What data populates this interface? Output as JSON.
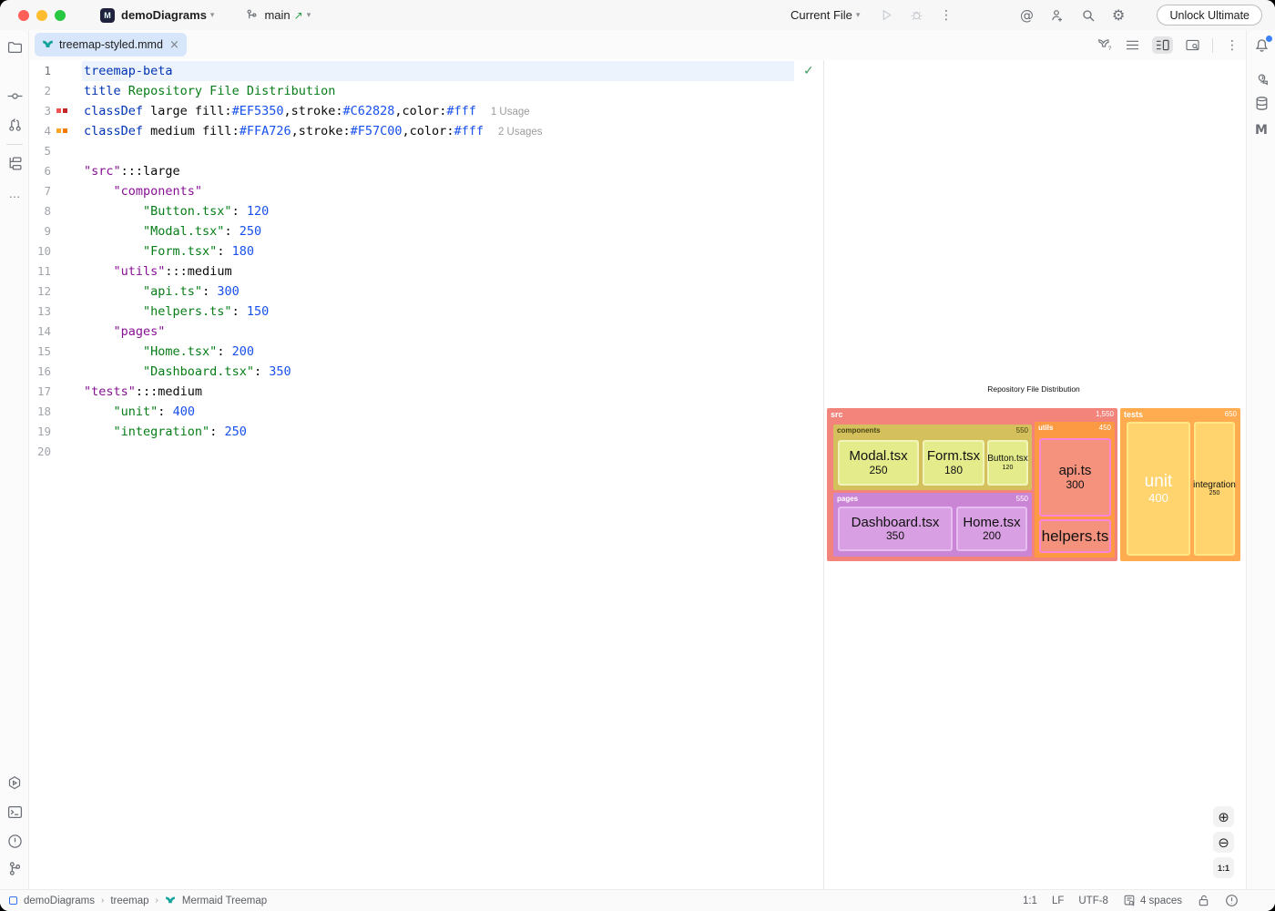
{
  "titlebar": {
    "project": "demoDiagrams",
    "branch": "main",
    "run_config": "Current File",
    "unlock_label": "Unlock Ultimate",
    "project_icon_letter": "M"
  },
  "tabbar": {
    "active_tab": "treemap-styled.mmd",
    "close_glyph": "×"
  },
  "editor": {
    "lines": [
      {
        "n": "1",
        "current": true,
        "segs": [
          {
            "c": "kw",
            "t": "treemap-beta"
          }
        ]
      },
      {
        "n": "2",
        "segs": [
          {
            "c": "kw",
            "t": "title"
          },
          {
            "c": "plain",
            "t": " "
          },
          {
            "c": "str",
            "t": "Repository File Distribution"
          }
        ]
      },
      {
        "n": "3",
        "swatches": [
          "#EF5350",
          "#C62828"
        ],
        "hint": "1 Usage",
        "segs": [
          {
            "c": "kw",
            "t": "classDef"
          },
          {
            "c": "plain",
            "t": " large fill:"
          },
          {
            "c": "num2",
            "t": "#EF5350"
          },
          {
            "c": "plain",
            "t": ",stroke:"
          },
          {
            "c": "num2",
            "t": "#C62828"
          },
          {
            "c": "plain",
            "t": ",color:"
          },
          {
            "c": "num2",
            "t": "#fff"
          }
        ]
      },
      {
        "n": "4",
        "swatches": [
          "#FFA726",
          "#F57C00"
        ],
        "hint": "2 Usages",
        "segs": [
          {
            "c": "kw",
            "t": "classDef"
          },
          {
            "c": "plain",
            "t": " medium fill:"
          },
          {
            "c": "num2",
            "t": "#FFA726"
          },
          {
            "c": "plain",
            "t": ",stroke:"
          },
          {
            "c": "num2",
            "t": "#F57C00"
          },
          {
            "c": "plain",
            "t": ",color:"
          },
          {
            "c": "num2",
            "t": "#fff"
          }
        ]
      },
      {
        "n": "5",
        "segs": []
      },
      {
        "n": "6",
        "segs": [
          {
            "c": "node",
            "t": "\"src\""
          },
          {
            "c": "plain",
            "t": ":::large"
          }
        ]
      },
      {
        "n": "7",
        "segs": [
          {
            "c": "plain",
            "t": "    "
          },
          {
            "c": "node",
            "t": "\"components\""
          }
        ]
      },
      {
        "n": "8",
        "segs": [
          {
            "c": "plain",
            "t": "        "
          },
          {
            "c": "str",
            "t": "\"Button.tsx\""
          },
          {
            "c": "plain",
            "t": ": "
          },
          {
            "c": "num2",
            "t": "120"
          }
        ]
      },
      {
        "n": "9",
        "segs": [
          {
            "c": "plain",
            "t": "        "
          },
          {
            "c": "str",
            "t": "\"Modal.tsx\""
          },
          {
            "c": "plain",
            "t": ": "
          },
          {
            "c": "num2",
            "t": "250"
          }
        ]
      },
      {
        "n": "10",
        "segs": [
          {
            "c": "plain",
            "t": "        "
          },
          {
            "c": "str",
            "t": "\"Form.tsx\""
          },
          {
            "c": "plain",
            "t": ": "
          },
          {
            "c": "num2",
            "t": "180"
          }
        ]
      },
      {
        "n": "11",
        "segs": [
          {
            "c": "plain",
            "t": "    "
          },
          {
            "c": "node",
            "t": "\"utils\""
          },
          {
            "c": "plain",
            "t": ":::medium"
          }
        ]
      },
      {
        "n": "12",
        "segs": [
          {
            "c": "plain",
            "t": "        "
          },
          {
            "c": "str",
            "t": "\"api.ts\""
          },
          {
            "c": "plain",
            "t": ": "
          },
          {
            "c": "num2",
            "t": "300"
          }
        ]
      },
      {
        "n": "13",
        "segs": [
          {
            "c": "plain",
            "t": "        "
          },
          {
            "c": "str",
            "t": "\"helpers.ts\""
          },
          {
            "c": "plain",
            "t": ": "
          },
          {
            "c": "num2",
            "t": "150"
          }
        ]
      },
      {
        "n": "14",
        "segs": [
          {
            "c": "plain",
            "t": "    "
          },
          {
            "c": "node",
            "t": "\"pages\""
          }
        ]
      },
      {
        "n": "15",
        "segs": [
          {
            "c": "plain",
            "t": "        "
          },
          {
            "c": "str",
            "t": "\"Home.tsx\""
          },
          {
            "c": "plain",
            "t": ": "
          },
          {
            "c": "num2",
            "t": "200"
          }
        ]
      },
      {
        "n": "16",
        "segs": [
          {
            "c": "plain",
            "t": "        "
          },
          {
            "c": "str",
            "t": "\"Dashboard.tsx\""
          },
          {
            "c": "plain",
            "t": ": "
          },
          {
            "c": "num2",
            "t": "350"
          }
        ]
      },
      {
        "n": "17",
        "segs": [
          {
            "c": "node",
            "t": "\"tests\""
          },
          {
            "c": "plain",
            "t": ":::medium"
          }
        ]
      },
      {
        "n": "18",
        "segs": [
          {
            "c": "plain",
            "t": "    "
          },
          {
            "c": "str",
            "t": "\"unit\""
          },
          {
            "c": "plain",
            "t": ": "
          },
          {
            "c": "num2",
            "t": "400"
          }
        ]
      },
      {
        "n": "19",
        "segs": [
          {
            "c": "plain",
            "t": "    "
          },
          {
            "c": "str",
            "t": "\"integration\""
          },
          {
            "c": "plain",
            "t": ": "
          },
          {
            "c": "num2",
            "t": "250"
          }
        ]
      },
      {
        "n": "20",
        "segs": []
      }
    ],
    "inspection_ok_glyph": "✓"
  },
  "preview": {
    "title": "Repository File Distribution",
    "treemap": {
      "src": {
        "label": "src",
        "value": "1,550"
      },
      "components": {
        "label": "components",
        "value": "550"
      },
      "modal": {
        "label": "Modal.tsx",
        "value": "250"
      },
      "form": {
        "label": "Form.tsx",
        "value": "180"
      },
      "button": {
        "label": "Button.tsx",
        "value": "120"
      },
      "pages": {
        "label": "pages",
        "value": "550"
      },
      "dashboard": {
        "label": "Dashboard.tsx",
        "value": "350"
      },
      "home": {
        "label": "Home.tsx",
        "value": "200"
      },
      "utils": {
        "label": "utils",
        "value": "450"
      },
      "api": {
        "label": "api.ts",
        "value": "300"
      },
      "helpers": {
        "label": "helpers.ts"
      },
      "tests": {
        "label": "tests",
        "value": "650"
      },
      "unit": {
        "label": "unit",
        "value": "400"
      },
      "integration": {
        "label": "integration",
        "value": "250"
      },
      "colors": {
        "large_fill": "#EF5350",
        "large_stroke": "#C62828",
        "medium_fill": "#FFA726",
        "medium_stroke": "#F57C00",
        "text_color": "#fff"
      }
    },
    "zoom_controls": {
      "zoom_in": "⊕",
      "zoom_out": "⊖",
      "reset": "1:1"
    }
  },
  "statusbar": {
    "breadcrumbs": [
      "demoDiagrams",
      "treemap",
      "Mermaid Treemap"
    ],
    "separator": "›",
    "position": "1:1",
    "line_ending": "LF",
    "encoding": "UTF-8",
    "indent": "4 spaces"
  }
}
